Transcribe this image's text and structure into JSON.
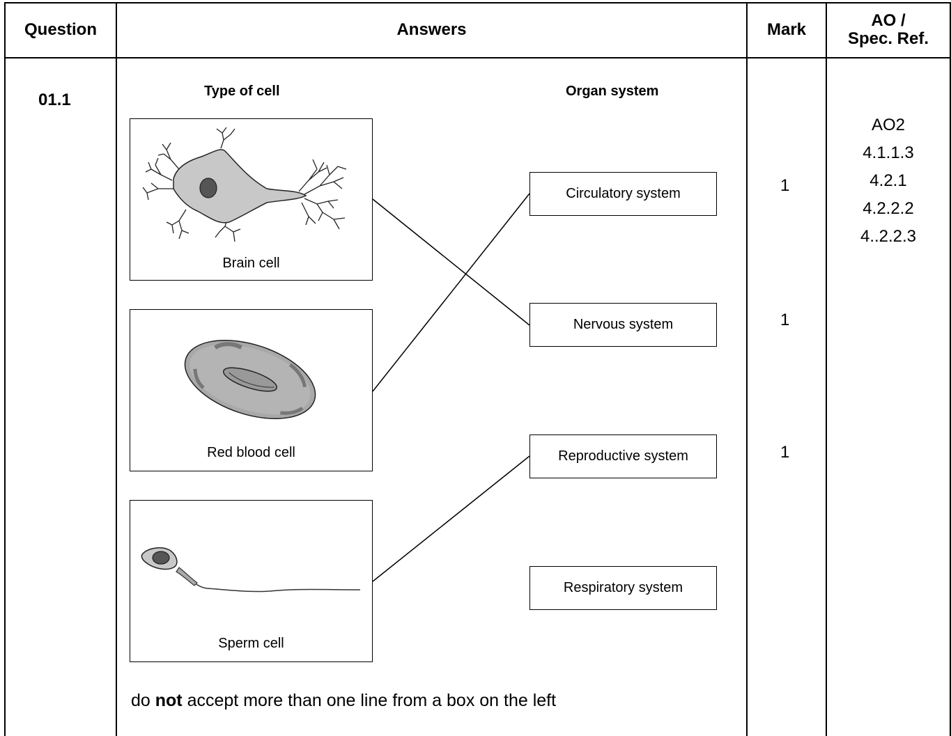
{
  "header": {
    "question": "Question",
    "answers": "Answers",
    "mark": "Mark",
    "ao_line1": "AO /",
    "ao_line2": "Spec. Ref."
  },
  "row": {
    "question_number": "01.1",
    "left_heading": "Type of cell",
    "right_heading": "Organ system",
    "cells": [
      "Brain cell",
      "Red blood cell",
      "Sperm cell"
    ],
    "systems": [
      "Circulatory system",
      "Nervous system",
      "Reproductive system",
      "Respiratory system"
    ],
    "marks": [
      "1",
      "1",
      "1"
    ],
    "ao_refs": [
      "AO2",
      "4.1.1.3",
      "4.2.1",
      "4.2.2.2",
      "4..2.2.3"
    ],
    "note_prefix": "do ",
    "note_bold": "not",
    "note_suffix": " accept more than one line from a box on the left"
  },
  "matches": [
    {
      "cell": "Brain cell",
      "system": "Nervous system"
    },
    {
      "cell": "Red blood cell",
      "system": "Circulatory system"
    },
    {
      "cell": "Sperm cell",
      "system": "Reproductive system"
    }
  ]
}
